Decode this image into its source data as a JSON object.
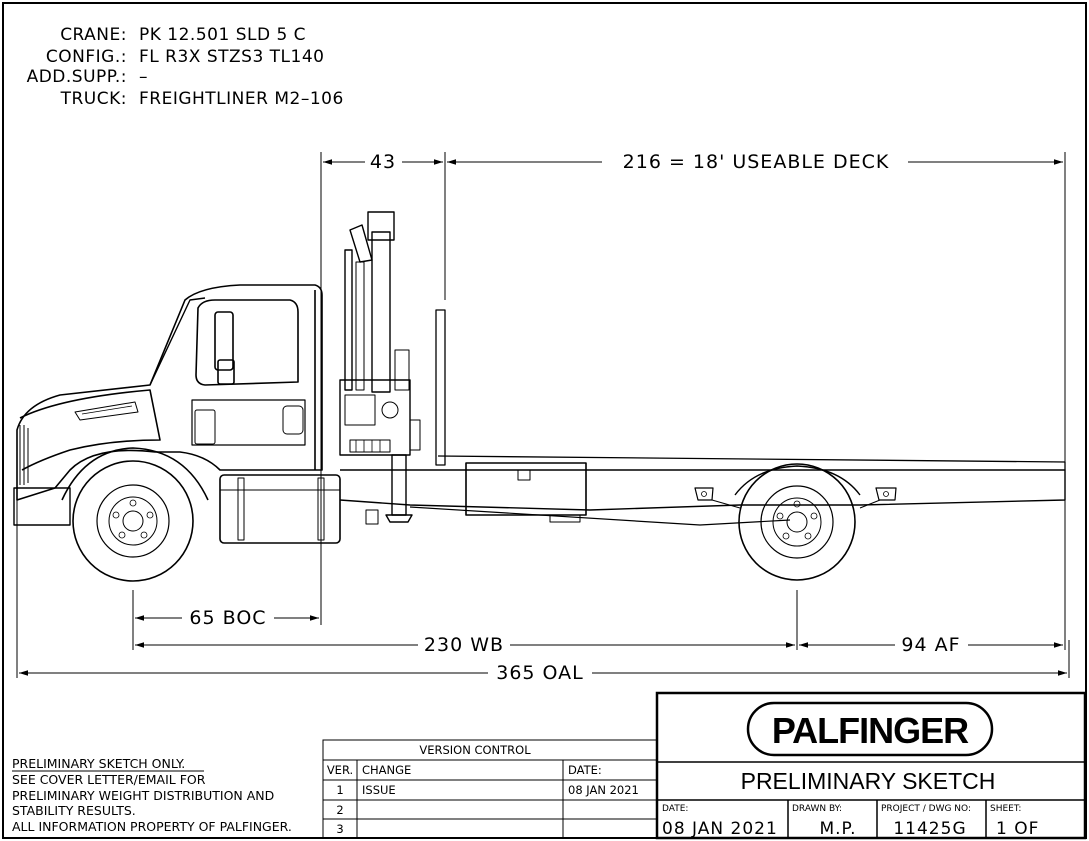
{
  "header": {
    "crane_label": "CRANE:",
    "crane_value": "PK 12.501 SLD 5 C",
    "config_label": "CONFIG.:",
    "config_value": "FL R3X STZS3 TL140",
    "addsupp_label": "ADD.SUPP.:",
    "addsupp_value": "–",
    "truck_label": "TRUCK:",
    "truck_value": "FREIGHTLINER M2–106"
  },
  "dimensions": {
    "crane_space": "43",
    "deck": "216 = 18' USEABLE DECK",
    "boc": "65 BOC",
    "wb": "230 WB",
    "af": "94 AF",
    "oal": "365 OAL"
  },
  "notes": [
    "PRELIMINARY SKETCH ONLY.",
    "SEE COVER LETTER/EMAIL FOR",
    "PRELIMINARY WEIGHT DISTRIBUTION AND",
    "STABILITY RESULTS.",
    "ALL INFORMATION PROPERTY OF PALFINGER."
  ],
  "version_control": {
    "title": "VERSION CONTROL",
    "headers": [
      "VER.",
      "CHANGE",
      "DATE:"
    ],
    "rows": [
      [
        "1",
        "ISSUE",
        "08 JAN 2021"
      ],
      [
        "2",
        "",
        ""
      ],
      [
        "3",
        "",
        ""
      ]
    ]
  },
  "title_block": {
    "logo": "PALFINGER",
    "title": "PRELIMINARY SKETCH",
    "date_label": "DATE:",
    "date_value": "08 JAN 2021",
    "drawn_label": "DRAWN BY:",
    "drawn_value": "M.P.",
    "project_label": "PROJECT / DWG NO:",
    "project_value": "11425G",
    "sheet_label": "SHEET:",
    "sheet_value": "1 OF"
  },
  "colors": {
    "line": "#000000",
    "paper": "#ffffff"
  }
}
